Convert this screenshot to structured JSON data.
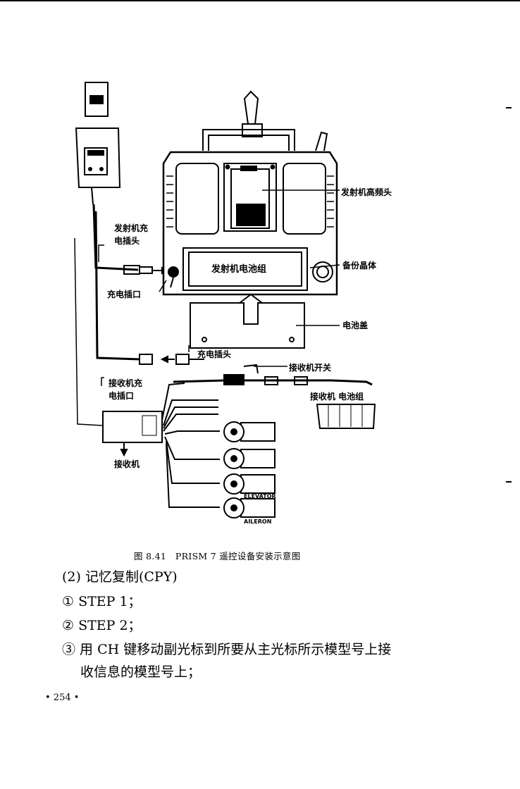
{
  "figure": {
    "labels": {
      "rf_module": "发射机高频头",
      "tx_charge_plug": "发射机充\n电插头",
      "tx_battery": "发射机电池组",
      "backup_crystal": "备份晶体",
      "charge_socket": "充电插口",
      "battery_cover": "电池盖",
      "charge_plug": "充电插头",
      "rx_switch": "接收机开关",
      "rx_charge_socket": "接收机充\n电插口",
      "rx_battery": "接收机 电池组",
      "receiver": "接收机",
      "servo_tag": "ELEVATOR",
      "aileron_tag": "AILERON"
    },
    "caption": "图 8.41　PRISM 7 遥控设备安装示意图"
  },
  "body": {
    "line1": "(2) 记忆复制(CPY)",
    "line2": "① STEP 1；",
    "line3": "② STEP 2；",
    "line4": "③ 用 CH 键移动副光标到所要从主光标所示模型号上接",
    "line5": "收信息的模型号上；"
  },
  "page_number": "• 254 •"
}
